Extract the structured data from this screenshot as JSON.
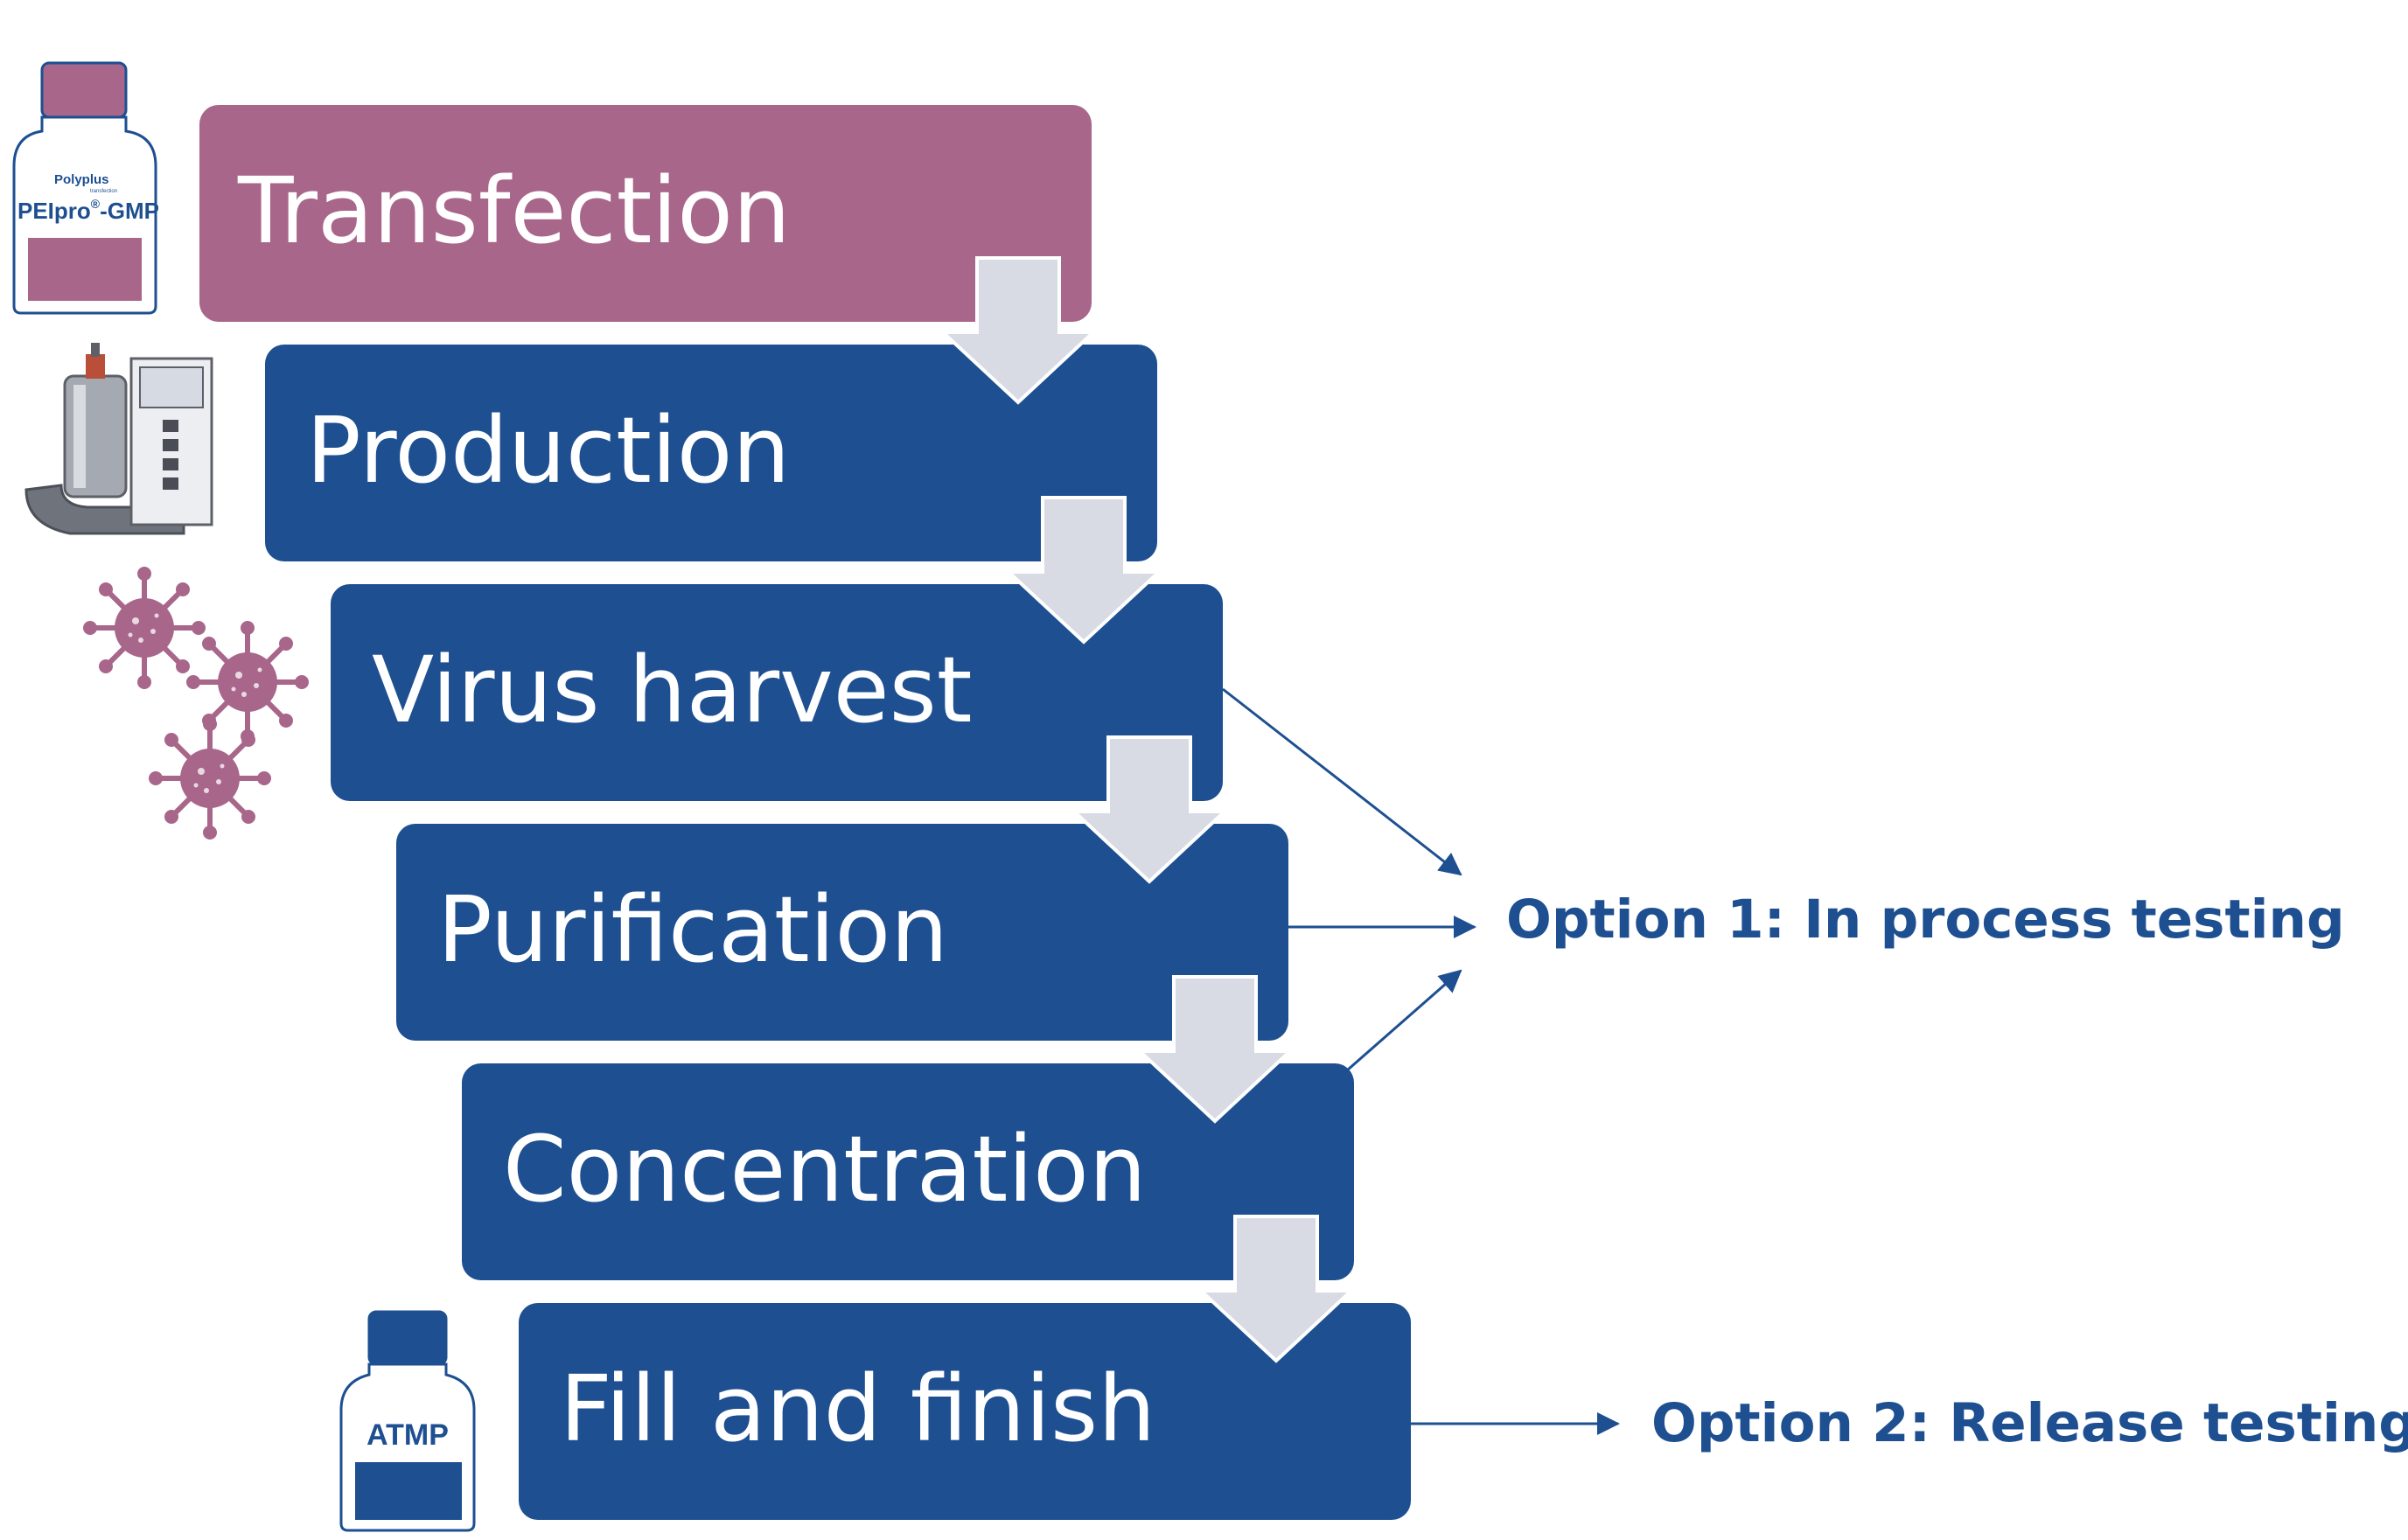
{
  "colors": {
    "step_blue": "#1d4f91",
    "step_first": "#a8668a",
    "arrow_fill": "#d8dbe4",
    "option_text": "#1d4f91",
    "virus": "#a8668a"
  },
  "steps": [
    {
      "label": "Transfection",
      "color": "#a8668a"
    },
    {
      "label": "Production",
      "color": "#1d4f91"
    },
    {
      "label": "Virus harvest",
      "color": "#1d4f91"
    },
    {
      "label": "Purification",
      "color": "#1d4f91"
    },
    {
      "label": "Concentration",
      "color": "#1d4f91"
    },
    {
      "label": "Fill and finish",
      "color": "#1d4f91"
    }
  ],
  "options": {
    "option1": "Option 1: In process testing",
    "option2": "Option 2: Release testing"
  },
  "bottles": {
    "reagent": {
      "brand": "Polyplus",
      "brand_tagline": "transfection",
      "product": "PEIpro",
      "product_mark": "®",
      "product_suffix": "-GMP",
      "icon": "reagent-bottle-icon"
    },
    "atmp": {
      "label": "ATMP",
      "icon": "atmp-bottle-icon"
    }
  },
  "icons": {
    "bioreactor": "bioreactor-icon",
    "virus": "virus-icon"
  }
}
